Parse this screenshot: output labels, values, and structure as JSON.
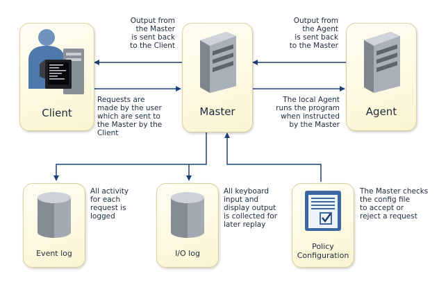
{
  "nodes": {
    "client": "Client",
    "master": "Master",
    "agent": "Agent",
    "event_log": "Event log",
    "io_log": "I/O log",
    "policy": [
      "Policy",
      "Configuration"
    ]
  },
  "notes": {
    "output_master_to_client": [
      "Output from",
      "the Master",
      "is sent back",
      "to the Client"
    ],
    "output_agent_to_master": [
      "Output from",
      "the Agent",
      "is sent back",
      "to the Master"
    ],
    "requests": [
      "Requests are",
      "made by the user",
      "which are sent to",
      "the Master by the",
      "Client"
    ],
    "local_agent": [
      "The local Agent",
      "runs the program",
      "when instructed",
      "by the Master"
    ],
    "event_log": [
      "All activity",
      "for each",
      "request is",
      "logged"
    ],
    "io_log": [
      "All keyboard",
      "input and",
      "display output",
      "is collected for",
      "later replay"
    ],
    "policy": [
      "The Master checks",
      "the config file",
      "to accept or",
      "reject a request"
    ]
  },
  "colors": {
    "arrow": "#1f3e73",
    "box_border": "#d9cf9c"
  }
}
